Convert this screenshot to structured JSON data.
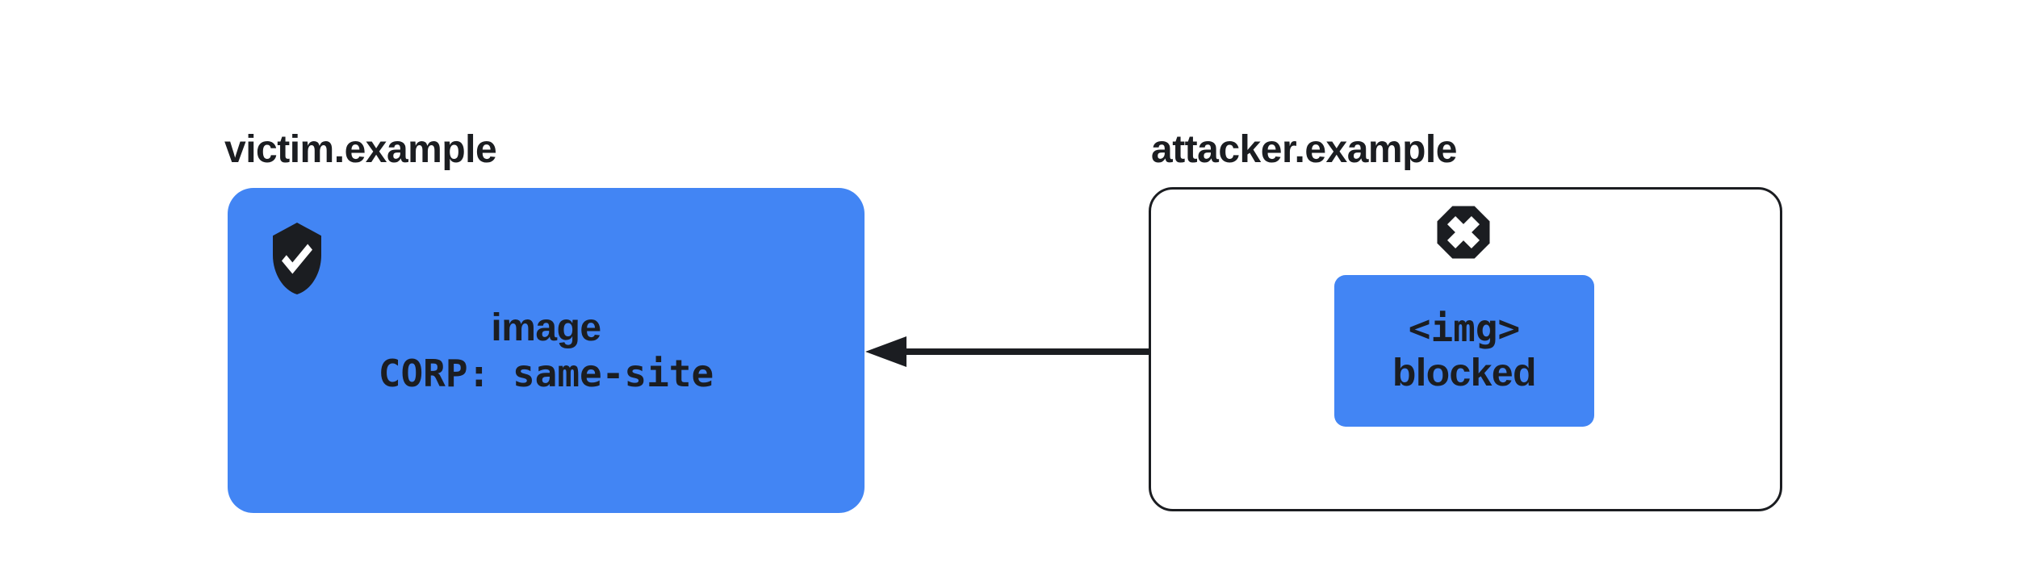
{
  "diagram": {
    "title_semantic": "CORP same-site blocks cross-origin img request",
    "colors": {
      "accent_blue": "#4285F4",
      "ink": "#1b1d21",
      "background": "#ffffff",
      "check_color": "#ffffff",
      "x_color": "#ffffff"
    },
    "victim": {
      "domain_label": "victim.example",
      "icon": "shield-check",
      "resource_line1": "image",
      "resource_line2": "CORP: same-site"
    },
    "attacker": {
      "domain_label": "attacker.example",
      "icon": "octagon-x-blocked",
      "request_line1": "<img>",
      "request_line2": "blocked"
    },
    "arrow": {
      "direction": "right-to-left",
      "from": "attacker.example img request",
      "to": "victim.example image resource"
    }
  }
}
